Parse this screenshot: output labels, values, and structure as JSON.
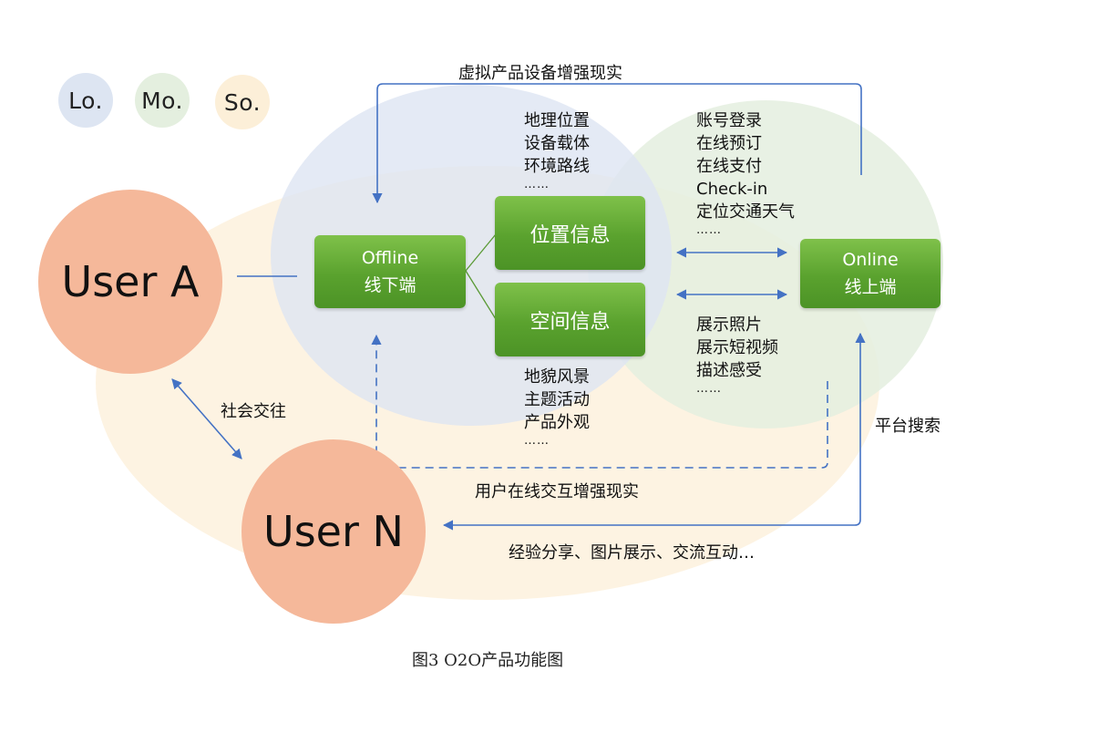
{
  "legend": {
    "lo": {
      "label": "Lo.",
      "color": "#dde5f2"
    },
    "mo": {
      "label": "Mo.",
      "color": "#e4efdf"
    },
    "so": {
      "label": "So.",
      "color": "#fcefd8"
    }
  },
  "users": {
    "a": {
      "label": "User A",
      "color": "#f5b89a"
    },
    "n": {
      "label": "User N",
      "color": "#f5b89a"
    }
  },
  "nodes": {
    "offline": {
      "line1": "Offline",
      "line2": "线下端"
    },
    "online": {
      "line1": "Online",
      "line2": "线上端"
    },
    "location": {
      "label": "位置信息"
    },
    "space": {
      "label": "空间信息"
    }
  },
  "lists": {
    "location_items": [
      "地理位置",
      "设备载体",
      "环境路线",
      "……"
    ],
    "space_items": [
      "地貌风景",
      "主题活动",
      "产品外观",
      "……"
    ],
    "online_top": [
      "账号登录",
      "在线预订",
      "在线支付",
      "Check-in",
      "定位交通天气",
      "……"
    ],
    "online_bottom": [
      "展示照片",
      "展示短视频",
      "描述感受",
      "……"
    ]
  },
  "edge_labels": {
    "virtual_ar": "虚拟产品设备增强现实",
    "social": "社会交往",
    "user_online_ar": "用户在线交互增强现实",
    "platform_search": "平台搜索",
    "experience_share": "经验分享、图片展示、交流互动…"
  },
  "caption": "图3 O2O产品功能图",
  "colors": {
    "arrow": "#4472c4",
    "green_line": "#5a9a35"
  }
}
